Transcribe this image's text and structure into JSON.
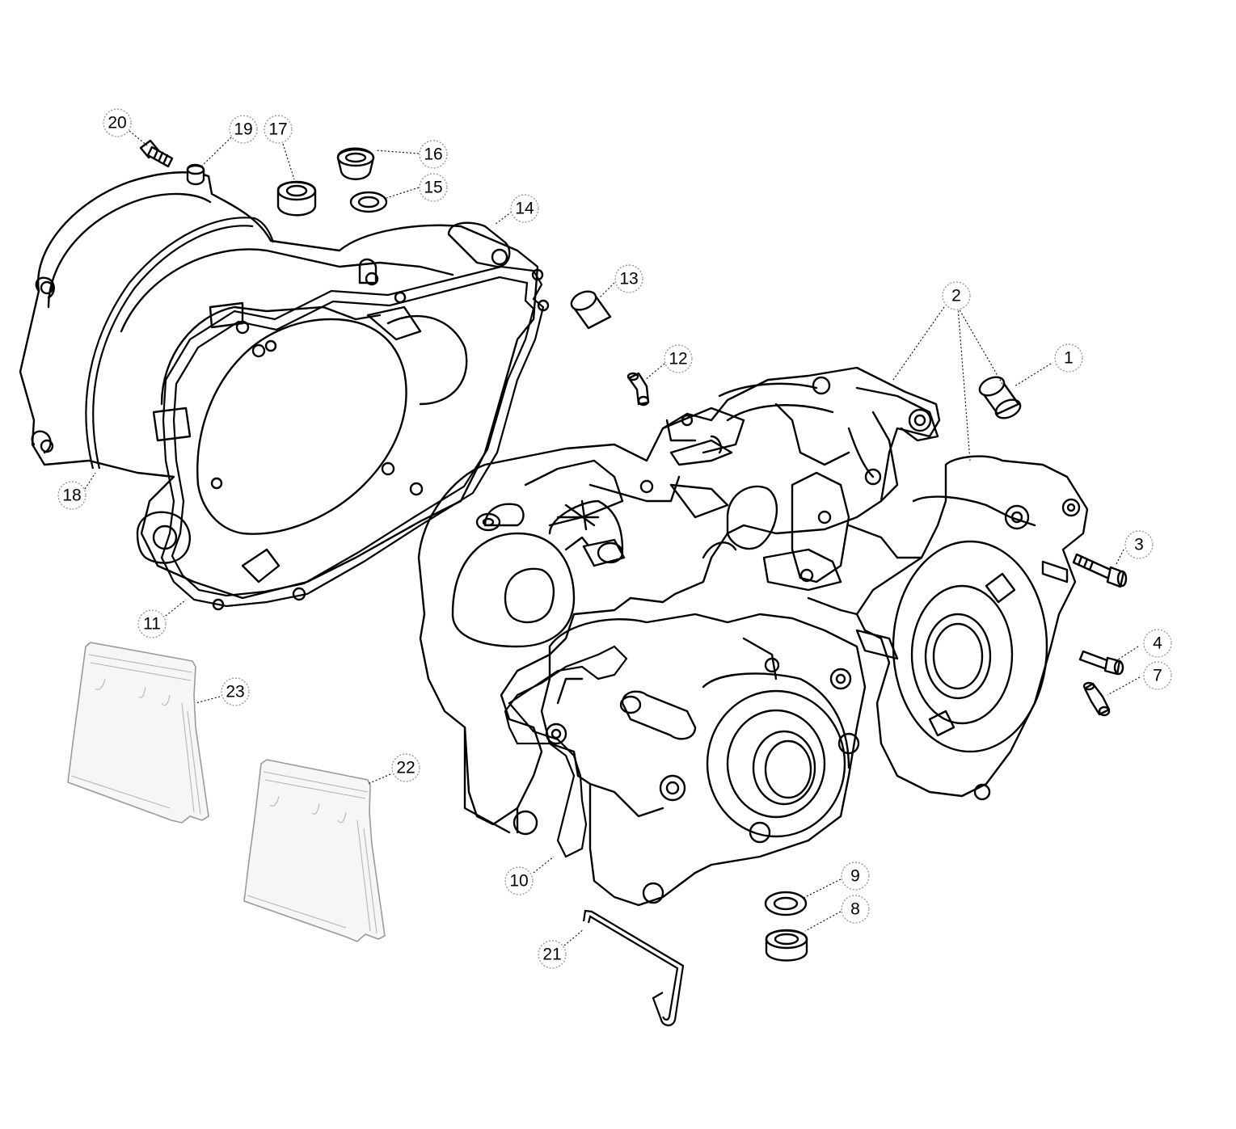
{
  "callouts": {
    "c1": "1",
    "c2": "2",
    "c3": "3",
    "c4": "4",
    "c7": "7",
    "c8": "8",
    "c9": "9",
    "c10": "10",
    "c11": "11",
    "c12": "12",
    "c13": "13",
    "c14": "14",
    "c15": "15",
    "c16": "16",
    "c17": "17",
    "c18": "18",
    "c19": "19",
    "c20": "20",
    "c21": "21",
    "c22": "22",
    "c23": "23"
  }
}
